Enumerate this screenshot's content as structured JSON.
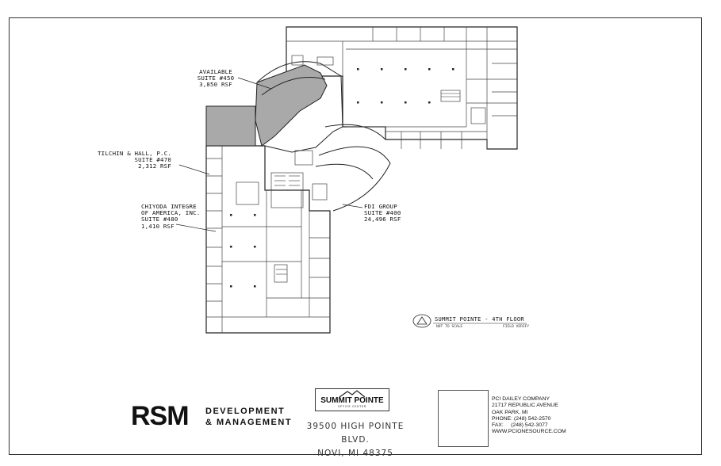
{
  "suites": {
    "s450": {
      "line1": "AVAILABLE",
      "line2": "SUITE #450",
      "line3": "3,850 RSF"
    },
    "s470": {
      "line1": "TILCHIN & HALL, P.C.",
      "line2": "SUITE #470",
      "line3": "2,312 RSF"
    },
    "s480": {
      "line1": "CHIYODA INTEGRE",
      "line2": "OF AMERICA, INC.",
      "line3": "SUITE #480",
      "line4": "1,410 RSF"
    },
    "s400": {
      "line1": "FDI GROUP",
      "line2": "SUITE #400",
      "line3": "24,496 RSF"
    }
  },
  "key": {
    "title": "SUMMIT POINTE - 4TH FLOOR",
    "scale": "NOT TO SCALE",
    "verify": "FIELD VERIFY"
  },
  "rsm": {
    "big": "RSM",
    "line1": "DEVELOPMENT",
    "line2": "& MANAGEMENT"
  },
  "summit_logo": {
    "name": "SUMMIT POINTE",
    "tag": "OFFICE CENTER"
  },
  "address": {
    "line1": "39500 HIGH POINTE BLVD.",
    "line2": "NOVI, MI 48375"
  },
  "pci": {
    "line1": "PCI DAILEY COMPANY",
    "line2": "21717 REPUBLIC AVENUE",
    "line3": "OAK PARK, MI",
    "line4": "PHONE: (248) 542-2570",
    "line5": "FAX:     (248) 542-3077",
    "line6": "WWW.PCIONESOURCE.COM"
  },
  "colors": {
    "highlight": "#a9a9a9",
    "logo_blue": "#2b8fd4",
    "logo_gold": "#a8904a"
  }
}
